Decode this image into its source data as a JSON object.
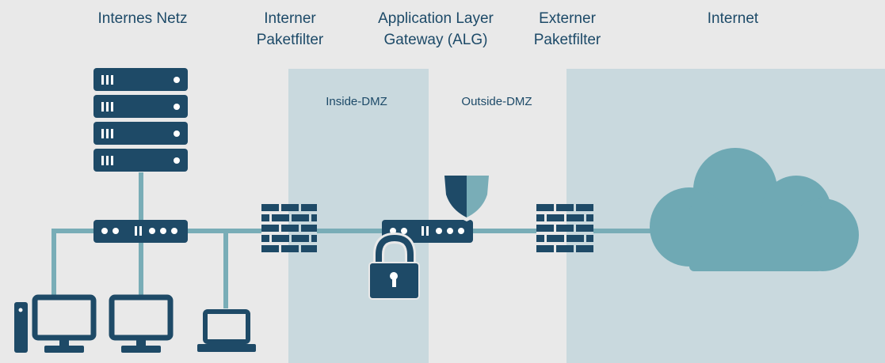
{
  "headers": {
    "internal_network": "Internes Netz",
    "internal_filter": {
      "line1": "Interner",
      "line2": "Paketfilter"
    },
    "alg": {
      "line1": "Application Layer",
      "line2": "Gateway (ALG)"
    },
    "external_filter": {
      "line1": "Externer",
      "line2": "Paketfilter"
    },
    "internet": "Internet"
  },
  "zones": {
    "inside_dmz": "Inside-DMZ",
    "outside_dmz": "Outside-DMZ"
  },
  "colors": {
    "background": "#e9e9e9",
    "zone_fill": "#c9d9de",
    "device_dark": "#1e4a67",
    "link_teal": "#79adb7",
    "cloud": "#6fa9b4",
    "text": "#1d4a68"
  }
}
